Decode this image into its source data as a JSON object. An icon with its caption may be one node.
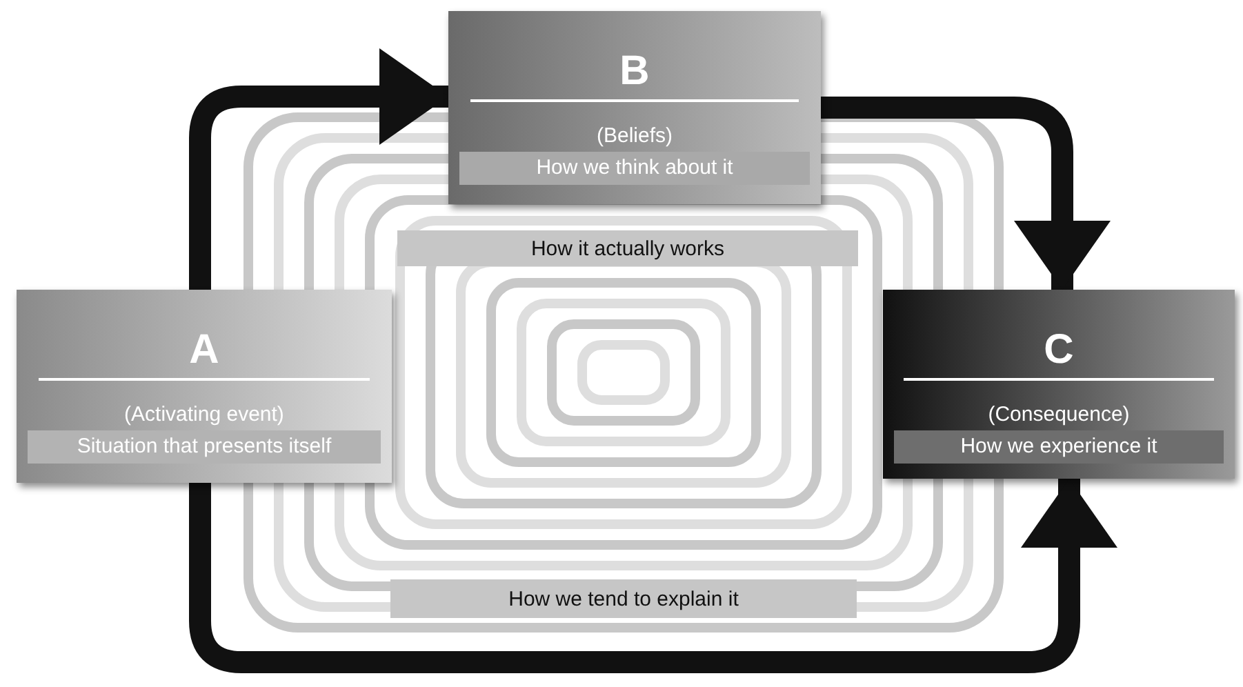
{
  "diagram": {
    "nodes": [
      {
        "text": [
          "B",
          "(Beliefs)",
          "How we think about it"
        ]
      },
      {
        "text": [
          "How it actually works"
        ]
      },
      {
        "text": [
          "A",
          "(Activating event)",
          "Situation that presents itself"
        ]
      },
      {
        "text": [
          "C",
          "(Consequence)",
          "How we experience it"
        ]
      },
      {
        "text": [
          "How we tend to explain it"
        ]
      }
    ],
    "edges": [
      {
        "from": 2,
        "to": 0,
        "arrow": "to"
      },
      {
        "from": 0,
        "to": 3,
        "arrow": "to"
      },
      {
        "from": 2,
        "to": 3,
        "arrow": "to"
      }
    ]
  }
}
